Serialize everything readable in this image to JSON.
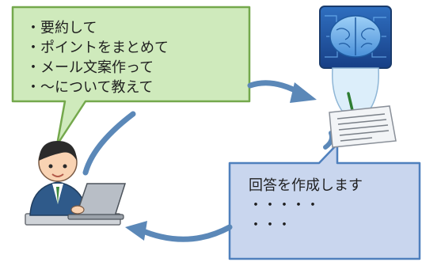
{
  "request_bubble": {
    "lines": [
      "・要約して",
      "・ポイントをまとめて",
      "・メール文案作って",
      "・〜について教えて"
    ],
    "fill": "#cfeabc",
    "stroke": "#74a84c"
  },
  "reply_bubble": {
    "lines": [
      "回答を作成します",
      "・・・・・",
      "・・・"
    ],
    "fill": "#c9d6ee",
    "stroke": "#4f80bd"
  },
  "arrow_color": "#5b88b8",
  "icons": {
    "user": "person-at-laptop-icon",
    "ai": "ai-brain-robot-icon",
    "document": "document-icon"
  }
}
